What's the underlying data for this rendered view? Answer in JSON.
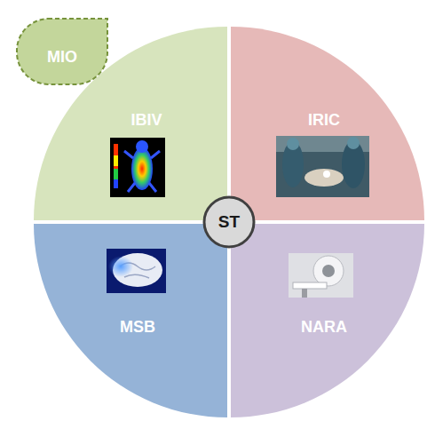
{
  "diagram": {
    "nodes": [
      {
        "text": [
          "MIO"
        ]
      },
      {
        "text": [
          "IBIV"
        ]
      },
      {
        "text": [
          "IRIC"
        ]
      },
      {
        "text": [
          "ST"
        ]
      },
      {
        "text": [
          "MSB"
        ]
      },
      {
        "text": [
          "NARA"
        ]
      }
    ]
  }
}
